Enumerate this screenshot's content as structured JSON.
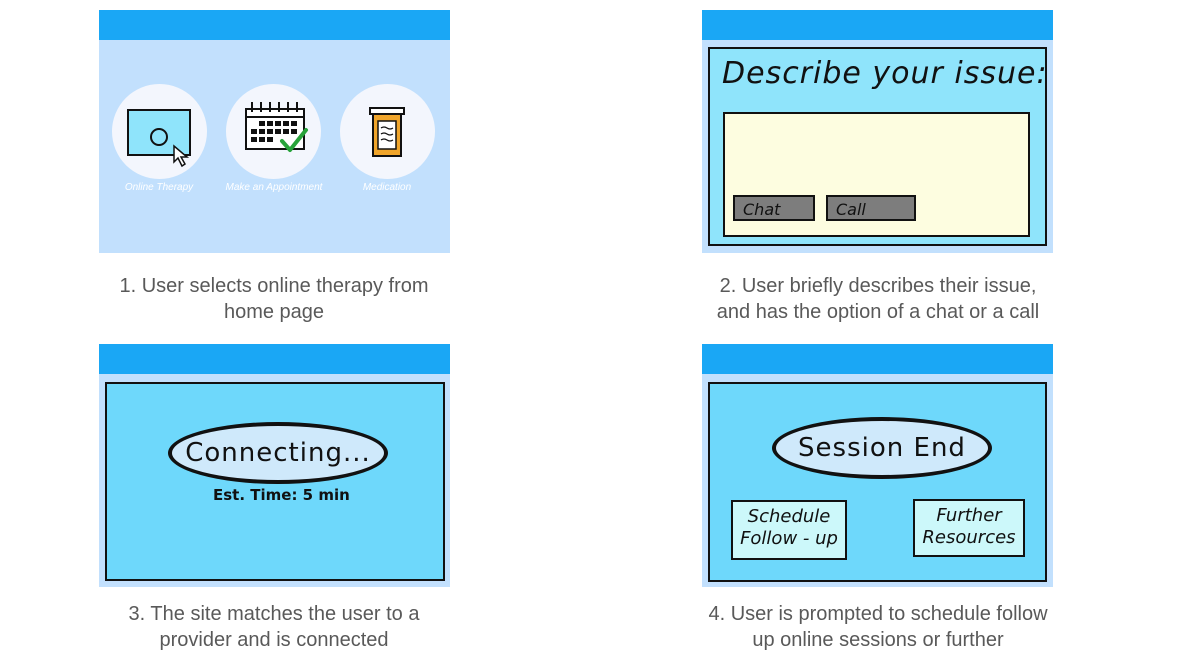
{
  "frames": [
    {
      "caption": [
        "1. User selects online therapy from",
        "home page"
      ],
      "options": [
        {
          "label": "Online Therapy",
          "icon": "monitor-cursor-icon"
        },
        {
          "label": "Make an Appointment",
          "icon": "calendar-check-icon"
        },
        {
          "label": "Medication",
          "icon": "pill-bottle-icon"
        }
      ]
    },
    {
      "caption": [
        "2. User briefly describes their issue,",
        "and has the option of a chat or a call"
      ],
      "title": "Describe your issue:",
      "buttons": [
        "Chat",
        "Call"
      ]
    },
    {
      "caption": [
        "3. The site matches the user to a",
        "provider and is connected"
      ],
      "status": "Connecting...",
      "est_time": "Est. Time: 5 min"
    },
    {
      "caption": [
        "4. User is prompted to schedule follow",
        "up online sessions or further"
      ],
      "status": "Session End",
      "buttons": [
        [
          "Schedule",
          "Follow - up"
        ],
        [
          "Further",
          "Resources"
        ]
      ]
    }
  ],
  "colors": {
    "topbar": "#1aa7f5",
    "frame_bg": "#c2e0fd",
    "panel_light": "#8fe4fb",
    "panel_dark": "#6ed8fb",
    "textarea": "#fdfde0",
    "check": "#27a33a",
    "bottle": "#f0a52b"
  }
}
